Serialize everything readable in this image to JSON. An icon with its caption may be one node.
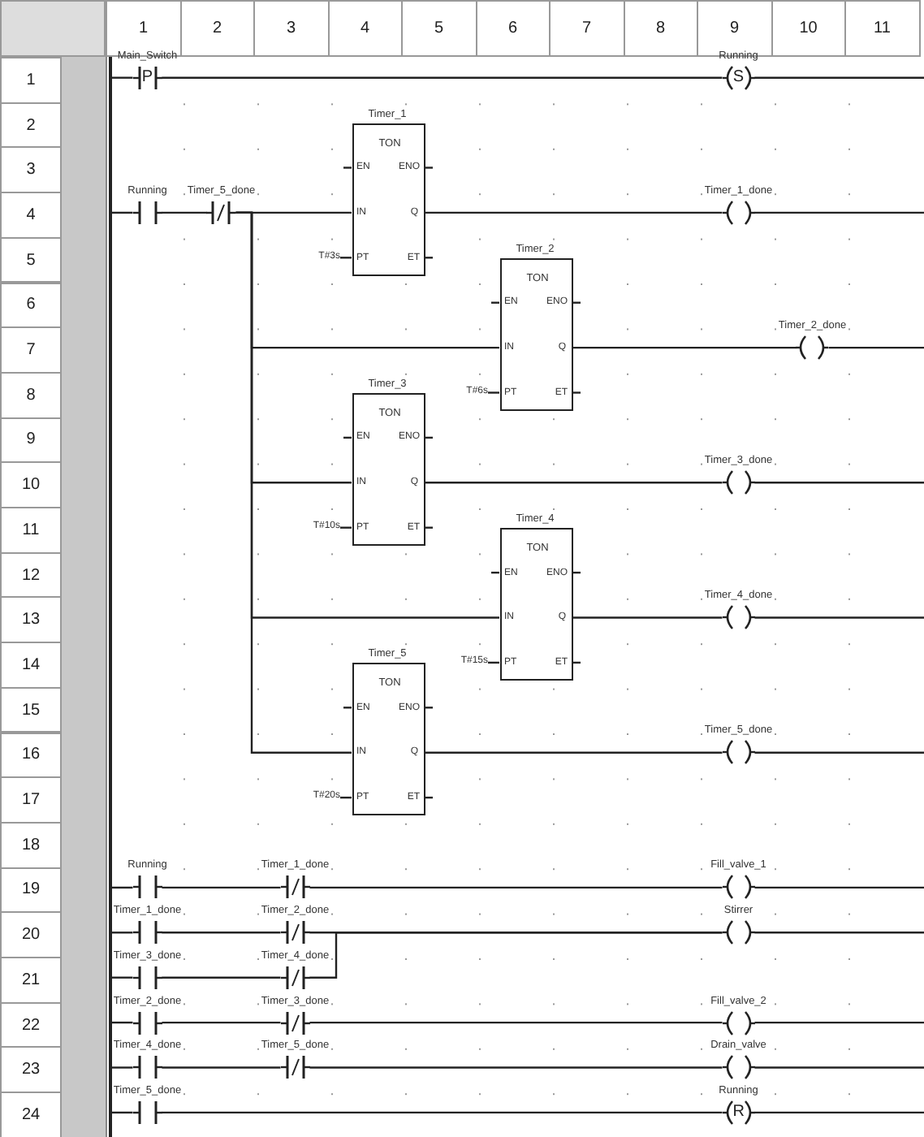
{
  "diagram": {
    "nodes": [
      {
        "text": [
          "Main_Switch",
          "P"
        ]
      },
      {
        "text": [
          "Running",
          "S"
        ]
      },
      {
        "text": [
          "Running"
        ]
      },
      {
        "text": [
          "Timer_5_done"
        ]
      },
      {
        "text": [
          "Timer_1",
          "TON",
          "EN",
          "ENO",
          "IN",
          "Q",
          "PT",
          "ET"
        ],
        "beside": [
          "T#3s"
        ]
      },
      {
        "text": [
          "Timer_2",
          "TON",
          "EN",
          "ENO",
          "IN",
          "Q",
          "PT",
          "ET"
        ],
        "beside": [
          "T#6s"
        ]
      },
      {
        "text": [
          "Timer_3",
          "TON",
          "EN",
          "ENO",
          "IN",
          "Q",
          "PT",
          "ET"
        ],
        "beside": [
          "T#10s"
        ]
      },
      {
        "text": [
          "Timer_4",
          "TON",
          "EN",
          "ENO",
          "IN",
          "Q",
          "PT",
          "ET"
        ],
        "beside": [
          "T#15s"
        ]
      },
      {
        "text": [
          "Timer_5",
          "TON",
          "EN",
          "ENO",
          "IN",
          "Q",
          "PT",
          "ET"
        ],
        "beside": [
          "T#20s"
        ]
      },
      {
        "text": [
          "Timer_1_done"
        ]
      },
      {
        "text": [
          "Timer_2_done"
        ]
      },
      {
        "text": [
          "Timer_3_done"
        ]
      },
      {
        "text": [
          "Timer_4_done"
        ]
      },
      {
        "text": [
          "Timer_5_done"
        ]
      },
      {
        "text": [
          "Running"
        ]
      },
      {
        "text": [
          "Timer_1_done"
        ]
      },
      {
        "text": [
          "Fill_valve_1"
        ]
      },
      {
        "text": [
          "Timer_1_done"
        ]
      },
      {
        "text": [
          "Timer_2_done"
        ]
      },
      {
        "text": [
          "Stirrer"
        ]
      },
      {
        "text": [
          "Timer_3_done"
        ]
      },
      {
        "text": [
          "Timer_4_done"
        ]
      },
      {
        "text": [
          "Timer_2_done"
        ]
      },
      {
        "text": [
          "Timer_3_done"
        ]
      },
      {
        "text": [
          "Fill_valve_2"
        ]
      },
      {
        "text": [
          "Timer_4_done"
        ]
      },
      {
        "text": [
          "Timer_5_done"
        ]
      },
      {
        "text": [
          "Drain_valve"
        ]
      },
      {
        "text": [
          "Timer_5_done"
        ]
      },
      {
        "text": [
          "Running",
          "R"
        ]
      },
      {
        "text": [],
        "shape": "bar"
      }
    ],
    "edges": [
      {
        "from": 0,
        "to": 1,
        "arrow": "none"
      },
      {
        "from": 2,
        "to": 3,
        "arrow": "none"
      },
      {
        "from": 3,
        "to": 4,
        "arrow": "none"
      },
      {
        "from": 3,
        "to": 5,
        "arrow": "none"
      },
      {
        "from": 3,
        "to": 6,
        "arrow": "none"
      },
      {
        "from": 3,
        "to": 7,
        "arrow": "none"
      },
      {
        "from": 3,
        "to": 8,
        "arrow": "none"
      },
      {
        "from": 4,
        "to": 9,
        "arrow": "none"
      },
      {
        "from": 5,
        "to": 10,
        "arrow": "none"
      },
      {
        "from": 6,
        "to": 11,
        "arrow": "none"
      },
      {
        "from": 7,
        "to": 12,
        "arrow": "none"
      },
      {
        "from": 8,
        "to": 13,
        "arrow": "none"
      },
      {
        "from": 14,
        "to": 15,
        "arrow": "none"
      },
      {
        "from": 15,
        "to": 16,
        "arrow": "none"
      },
      {
        "from": 17,
        "to": 18,
        "arrow": "none"
      },
      {
        "from": 18,
        "to": 19,
        "arrow": "none"
      },
      {
        "from": 20,
        "to": 21,
        "arrow": "none"
      },
      {
        "from": 21,
        "to": 19,
        "arrow": "none"
      },
      {
        "from": 22,
        "to": 23,
        "arrow": "none"
      },
      {
        "from": 23,
        "to": 24,
        "arrow": "none"
      },
      {
        "from": 25,
        "to": 26,
        "arrow": "none"
      },
      {
        "from": 26,
        "to": 27,
        "arrow": "none"
      },
      {
        "from": 28,
        "to": 29,
        "arrow": "none"
      },
      {
        "from": 30,
        "to": 0,
        "arrow": "none"
      },
      {
        "from": 30,
        "to": 2,
        "arrow": "none"
      },
      {
        "from": 30,
        "to": 14,
        "arrow": "none"
      },
      {
        "from": 30,
        "to": 17,
        "arrow": "none"
      },
      {
        "from": 30,
        "to": 20,
        "arrow": "none"
      },
      {
        "from": 30,
        "to": 22,
        "arrow": "none"
      },
      {
        "from": 30,
        "to": 25,
        "arrow": "none"
      },
      {
        "from": 30,
        "to": 28,
        "arrow": "none"
      }
    ],
    "labels": [
      "1",
      "2",
      "3",
      "4",
      "5",
      "6",
      "7",
      "8",
      "9",
      "10",
      "11",
      "1",
      "2",
      "3",
      "4",
      "5",
      "6",
      "7",
      "8",
      "9",
      "10",
      "11",
      "12",
      "13",
      "14",
      "15",
      "16",
      "17",
      "18",
      "19",
      "20",
      "21",
      "22",
      "23",
      "24"
    ]
  }
}
